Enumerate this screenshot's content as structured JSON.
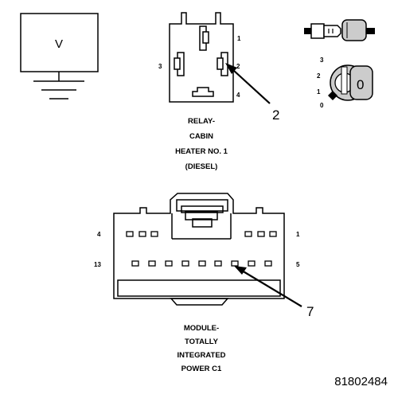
{
  "voltmeter": {
    "symbol": "V"
  },
  "relay": {
    "pins": [
      "1",
      "2",
      "3",
      "4"
    ],
    "callout": "2",
    "caption": [
      "RELAY-",
      "CABIN",
      "HEATER NO. 1",
      "(DIESEL)"
    ]
  },
  "ignition": {
    "positions": [
      "3",
      "2",
      "1",
      "0"
    ],
    "key_label": "0"
  },
  "module": {
    "pins": {
      "top_left": "4",
      "top_right": "1",
      "bottom_left": "13",
      "bottom_right": "5"
    },
    "callout": "7",
    "caption": [
      "MODULE-",
      "TOTALLY",
      "INTEGRATED",
      "POWER C1"
    ]
  },
  "figure_number": "81802484"
}
